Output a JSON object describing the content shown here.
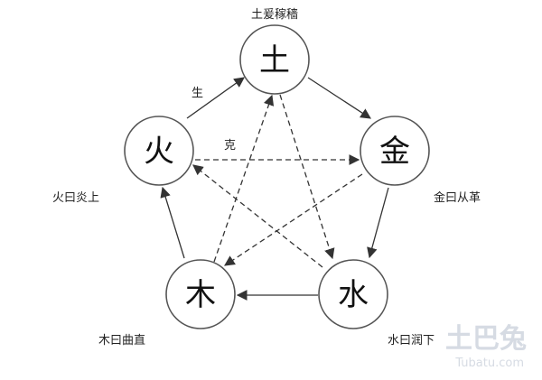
{
  "nodes": {
    "earth": {
      "char": "土",
      "caption": "土爰稼穑"
    },
    "metal": {
      "char": "金",
      "caption": "金曰从革"
    },
    "water": {
      "char": "水",
      "caption": "水曰润下"
    },
    "wood": {
      "char": "木",
      "caption": "木曰曲直"
    },
    "fire": {
      "char": "火",
      "caption": "火曰炎上"
    }
  },
  "edge_labels": {
    "generate": "生",
    "overcome": "克"
  },
  "watermark": {
    "main": "土巴兔",
    "sub": "Tubatu.com"
  }
}
